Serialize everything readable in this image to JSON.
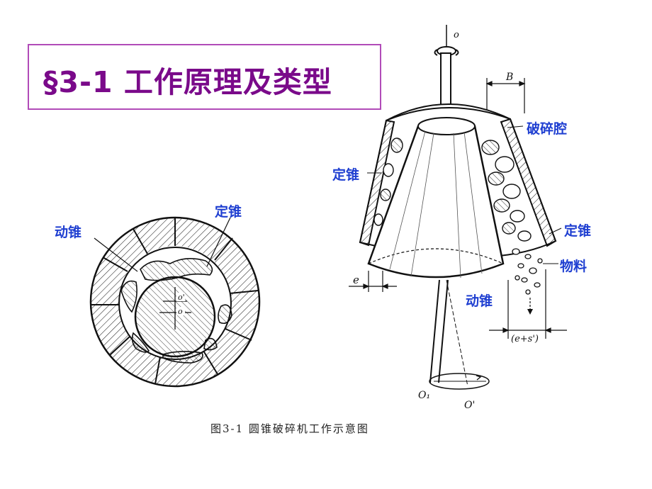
{
  "title": "§3-1  工作原理及类型",
  "labels": {
    "left_moving_cone": "动锥",
    "left_fixed_cone": "定锥",
    "right_fixed_cone_top": "定锥",
    "crushing_chamber": "破碎腔",
    "right_fixed_cone_bottom": "定锥",
    "material": "物料",
    "right_moving_cone": "动锥"
  },
  "annotations": {
    "o_top": "o",
    "b_width": "B",
    "e_gap": "e",
    "e_plus_s": "(e+s')",
    "o1": "O₁",
    "o_prime": "O'",
    "center_o_prime": "o'",
    "center_o": "o"
  },
  "caption": "图3-1   圆锥破碎机工作示意图"
}
